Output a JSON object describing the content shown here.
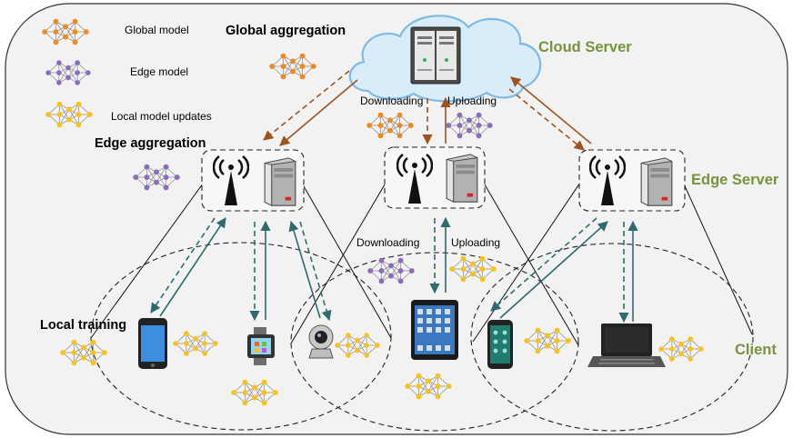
{
  "legend": {
    "global_model": "Global model",
    "edge_model": "Edge model",
    "local_model_updates": "Local model updates"
  },
  "labels": {
    "global_aggregation": "Global aggregation",
    "cloud_server": "Cloud Server",
    "edge_aggregation": "Edge aggregation",
    "edge_server": "Edge Server",
    "local_training": "Local training",
    "client": "Client"
  },
  "flows": {
    "cloud_downloading": "Downloading",
    "cloud_uploading": "Uploading",
    "edge_downloading": "Downloading",
    "edge_uploading": "Uploading"
  },
  "colors": {
    "global_model": "#f08a1f",
    "edge_model": "#8b6bbd",
    "local_model": "#f7c21a",
    "tier_label": "#77933c",
    "cloud_edge_arrow": "#a0521a",
    "edge_client_arrow": "#2e6b6f"
  },
  "icons": [
    "cloud-icon",
    "cloud-server-icon",
    "antenna-icon",
    "edge-server-icon",
    "smartphone-icon",
    "smartwatch-icon",
    "webcam-icon",
    "tablet-icon",
    "android-phone-icon",
    "laptop-icon",
    "neural-network-icon"
  ]
}
